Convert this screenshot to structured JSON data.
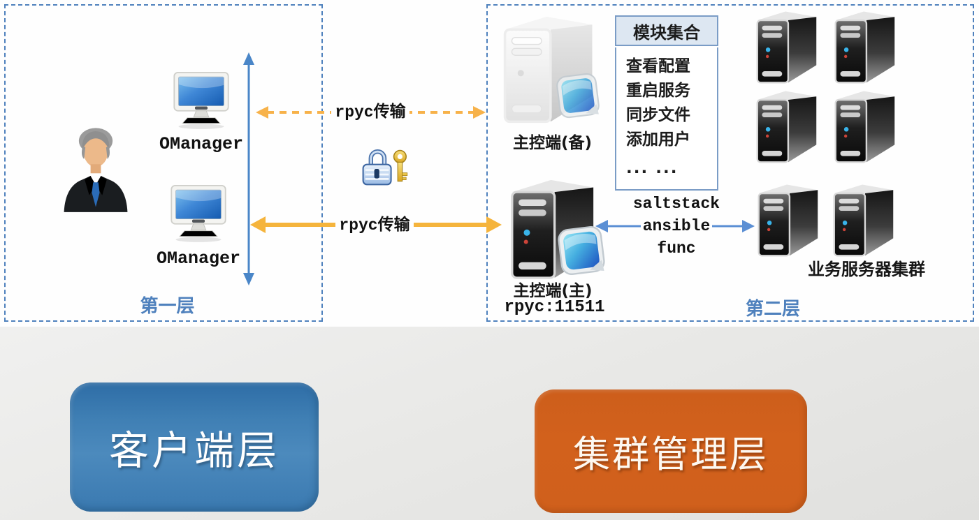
{
  "layer1": {
    "caption": "第一层",
    "monitors": [
      {
        "label": "OManager"
      },
      {
        "label": "OManager"
      }
    ]
  },
  "links": {
    "dashed_label": "rpyc传输",
    "solid_label": "rpyc传输"
  },
  "layer2": {
    "caption": "第二层",
    "backup_master": {
      "label": "主控端(备)"
    },
    "main_master": {
      "label": "主控端(主)",
      "port": "rpyc:11511"
    },
    "module_box": {
      "title": "模块集合",
      "items": [
        "查看配置",
        "重启服务",
        "同步文件",
        "添加用户",
        "... ..."
      ]
    },
    "protocols": [
      "saltstack",
      "ansible",
      "func"
    ],
    "cluster": {
      "label": "业务服务器集群",
      "server_count": 6
    }
  },
  "bottom_badges": {
    "client": "客户端层",
    "management": "集群管理层"
  },
  "colors": {
    "box_border_blue": "#4f81bd",
    "caption_blue": "#4f81bd",
    "arrow_orange_dashed": "#f7b24a",
    "arrow_yellow": "#f5b43c",
    "arrow_blue": "#5b8fd4",
    "vertical_arrow_blue": "#4a86c8",
    "client_badge_blue": "#3d7cb1",
    "management_badge_orange": "#d2611c",
    "module_header_bg": "#dde7f2",
    "module_border": "#7a9cc6"
  }
}
